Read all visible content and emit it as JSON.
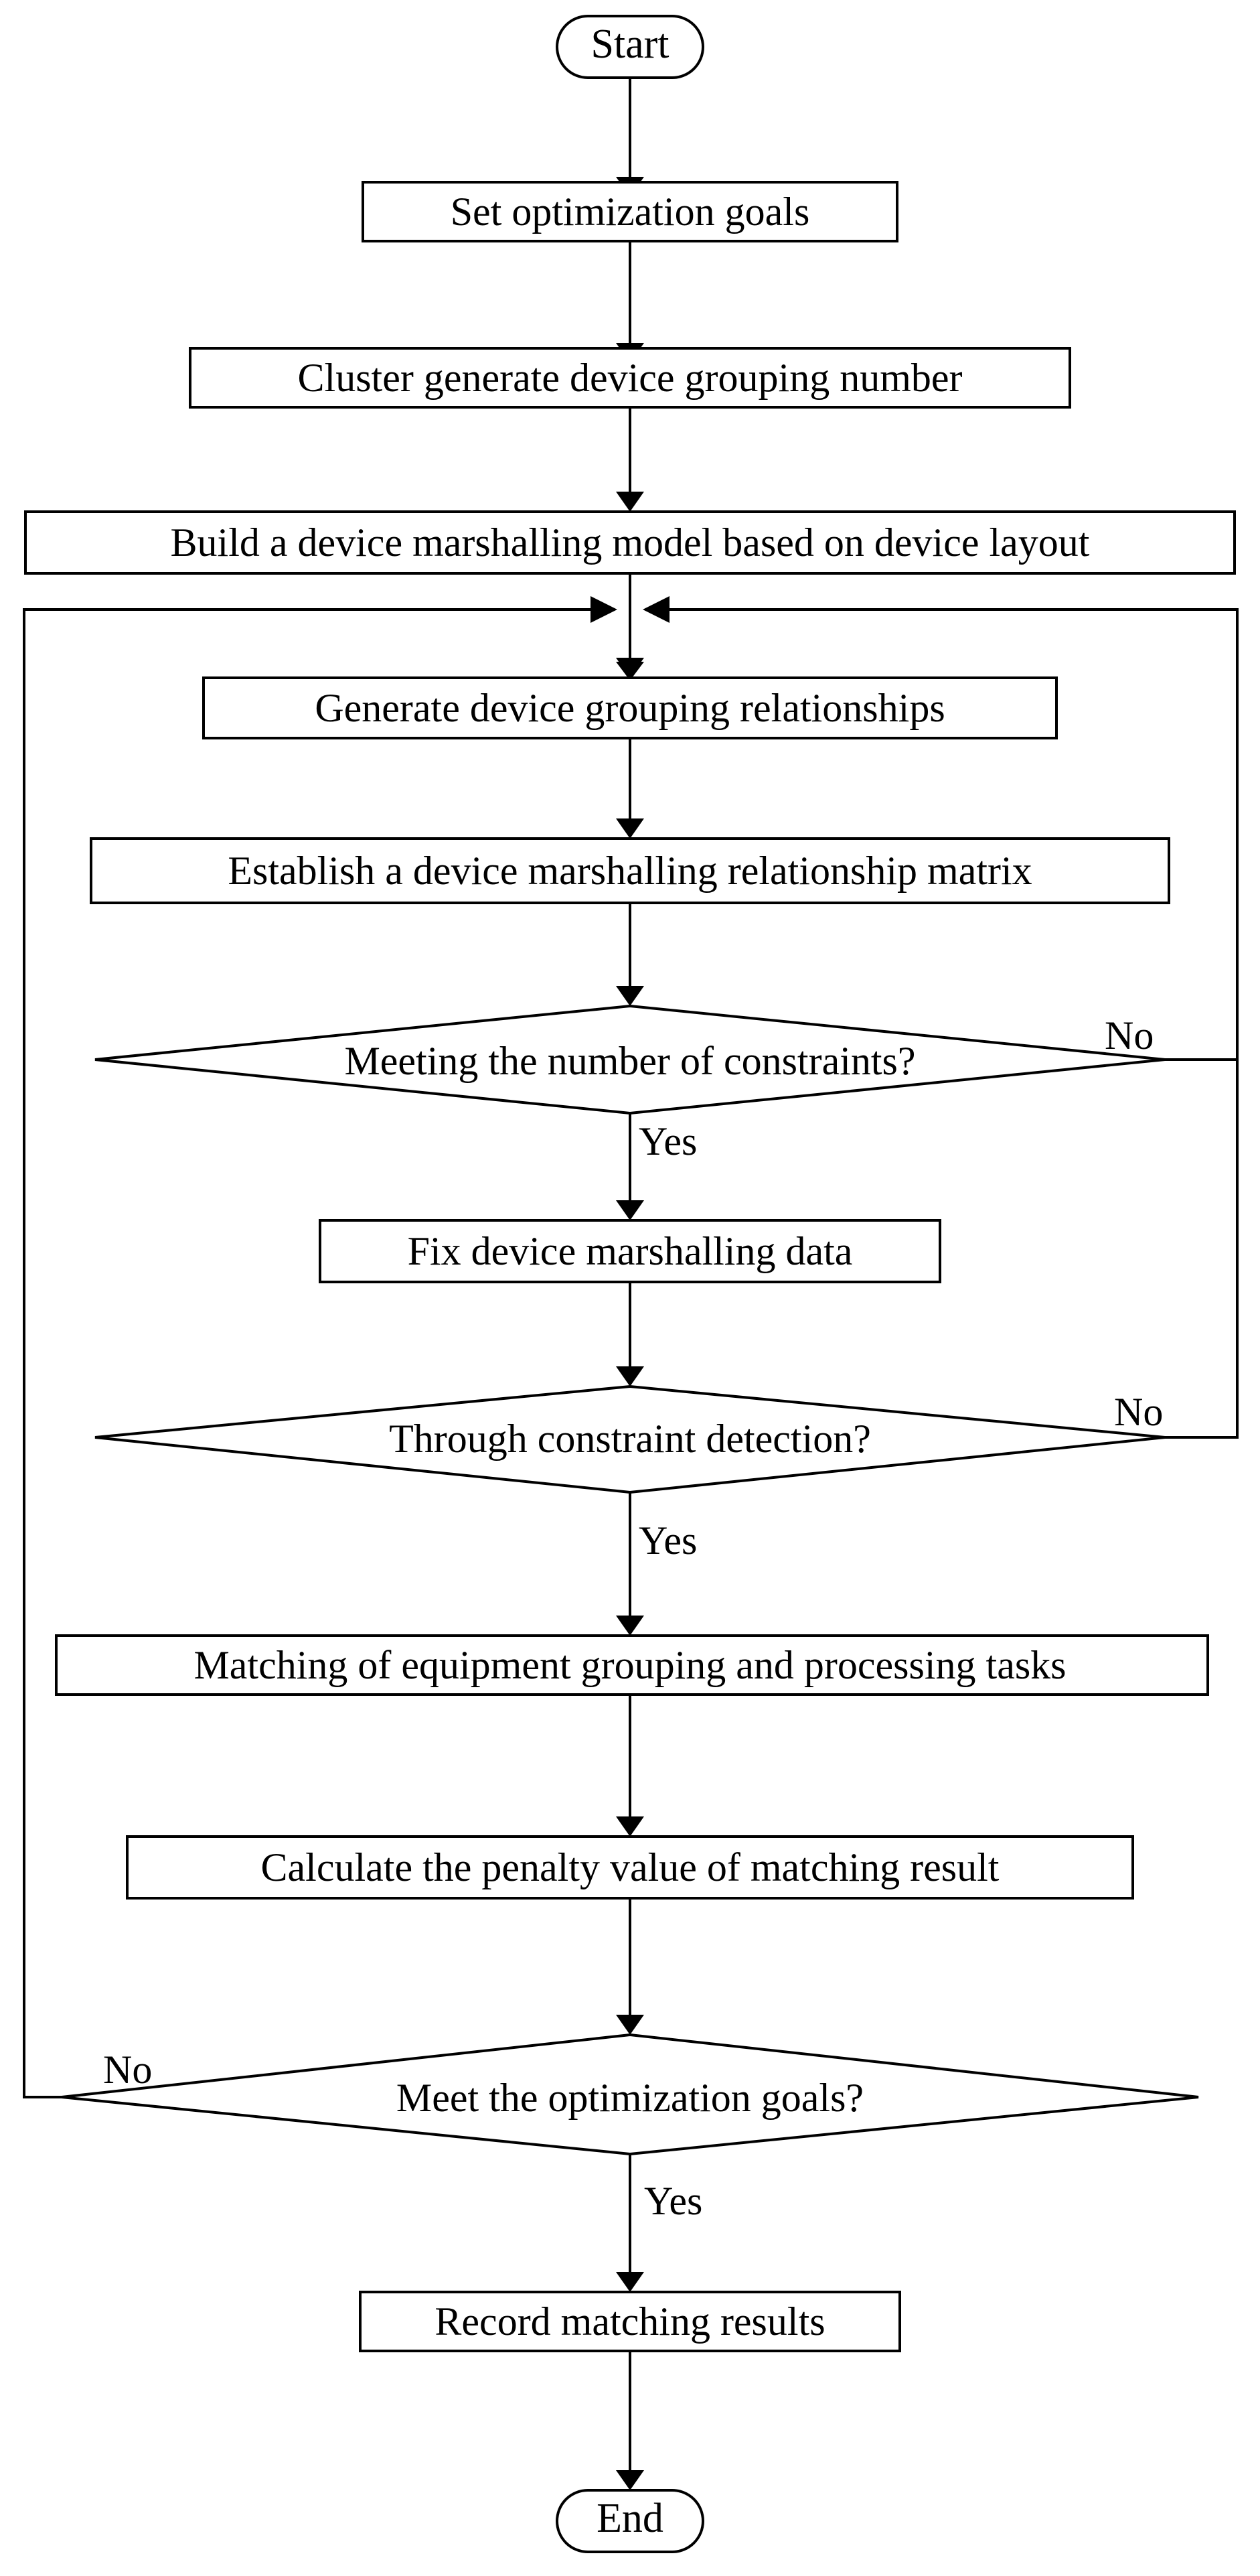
{
  "flowchart": {
    "start": "Start",
    "end": "End",
    "steps": {
      "set_goals": "Set optimization goals",
      "cluster": "Cluster generate device grouping number",
      "build_model": "Build a device marshalling model based on device layout",
      "generate_relationships": "Generate device grouping relationships",
      "establish_matrix": "Establish a device marshalling relationship matrix",
      "fix_data": "Fix device marshalling data",
      "matching": "Matching of equipment grouping and processing tasks",
      "calculate_penalty": "Calculate the penalty value of matching result",
      "record_results": "Record matching results"
    },
    "decisions": {
      "constraints_number": "Meeting the number of constraints?",
      "constraint_detection": "Through constraint detection?",
      "optimization_goals": "Meet the optimization goals?"
    },
    "branch_labels": {
      "yes1": "Yes",
      "no1": "No",
      "yes2": "Yes",
      "no2": "No",
      "yes3": "Yes",
      "no3": "No"
    }
  }
}
